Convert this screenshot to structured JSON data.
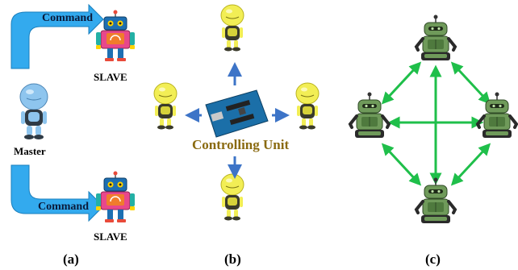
{
  "panel_a": {
    "caption": "(a)",
    "command_top": "Command",
    "command_bottom": "Command",
    "slave_top": "SLAVE",
    "slave_bottom": "SLAVE",
    "master": "Master"
  },
  "panel_b": {
    "caption": "(b)",
    "center_label": "Controlling Unit"
  },
  "panel_c": {
    "caption": "(c)"
  },
  "colors": {
    "command_arrow": "#33aaee",
    "slave_robot_body": "#1d6fb2",
    "master_robot": "#8ec5ee",
    "yellow_robot": "#f2ee55",
    "arrow_blue": "#3d74c7",
    "green_robot": "#6f9a5a",
    "mesh_arrow": "#1fbf4a",
    "controller_label": "#8a6a10"
  }
}
